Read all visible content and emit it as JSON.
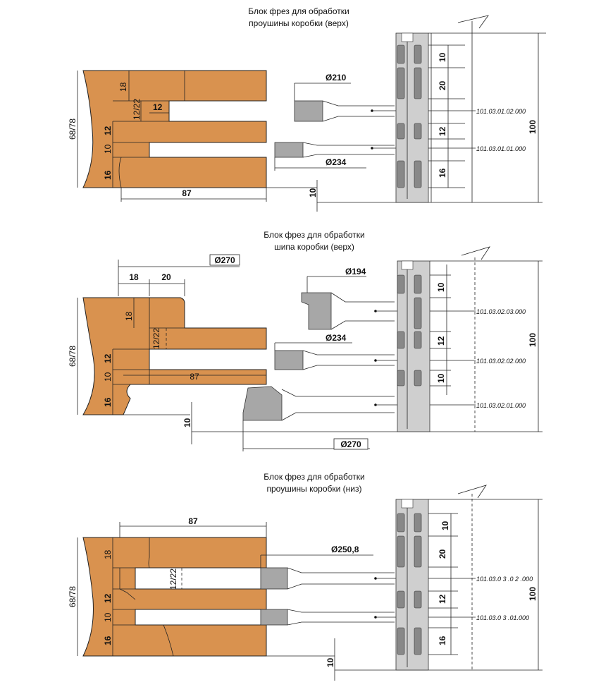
{
  "block1": {
    "title_line1": "Блок фрез для обработки",
    "title_line2": "проушины коробки (верх)",
    "dim_thickness": "68/78",
    "dim_18": "18",
    "dim_12_22": "12/22",
    "dim_12_top": "12",
    "dim_12": "12",
    "dim_10": "10",
    "dim_16": "16",
    "dim_87": "87",
    "dim_10_bottom": "10",
    "dia_210": "Ø210",
    "dia_234": "Ø234",
    "sp_10": "10",
    "sp_20": "20",
    "sp_12": "12",
    "sp_16": "16",
    "sp_100": "100",
    "code1": "101.03.01.02.000",
    "code2": "101.03.01.01.000"
  },
  "block2": {
    "title_line1": "Блок фрез для обработки",
    "title_line2": "шипа коробки (верх)",
    "dia_270_top": "Ø270",
    "dim_18": "18",
    "dim_20": "20",
    "dim_thickness": "68/78",
    "dim_18v": "18",
    "dim_12_22": "12/22",
    "dim_12": "12",
    "dim_10": "10",
    "dim_16": "16",
    "dim_87": "87",
    "dim_10_bottom": "10",
    "dia_194": "Ø194",
    "dia_234": "Ø234",
    "dia_270_bottom": "Ø270",
    "sp_10": "10",
    "sp_12": "12",
    "sp_10b": "10",
    "sp_100": "100",
    "code1": "101.03.02.03.000",
    "code2": "101.03.02.02.000",
    "code3": "101.03.02.01.000"
  },
  "block3": {
    "title_line1": "Блок фрез для обработки",
    "title_line2": "проушины коробки (низ)",
    "dim_87": "87",
    "dia_250": "Ø250,8",
    "dim_thickness": "68/78",
    "dim_18": "18",
    "dim_12_22": "12/22",
    "dim_12": "12",
    "dim_10": "10",
    "dim_16": "16",
    "dim_10_bottom": "10",
    "sp_10": "10",
    "sp_20": "20",
    "sp_12": "12",
    "sp_16": "16",
    "sp_100": "100",
    "code1": "101.03.0 3 .0 2 .000",
    "code2": "101.03.0 3 .01.000"
  }
}
